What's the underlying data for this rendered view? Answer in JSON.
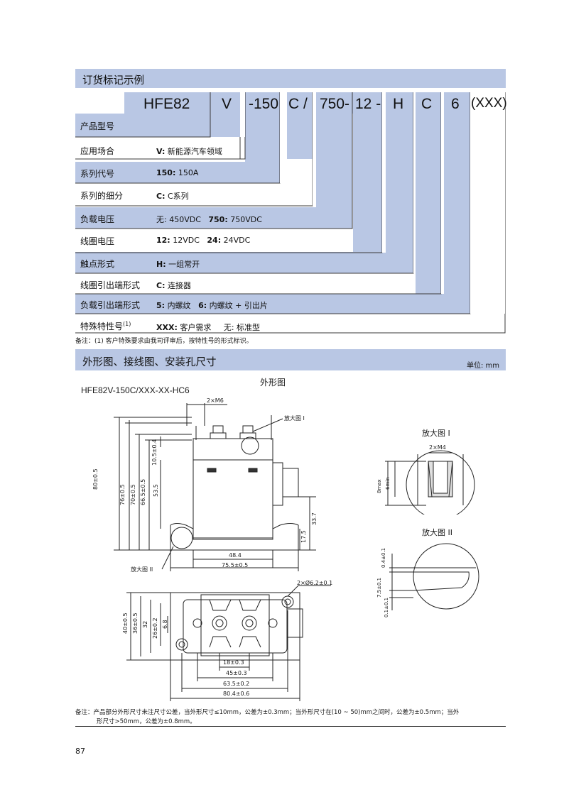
{
  "ordering": {
    "section_title": "订货标记示例",
    "code_parts": [
      "HFE82",
      "V",
      "-150",
      "C /",
      "750-",
      "12 -",
      "H",
      "C",
      "6",
      "(XXX)"
    ],
    "rows": [
      {
        "label": "产品型号",
        "value_key": "",
        "value_text": ""
      },
      {
        "label": "应用场合",
        "value_key": "V:",
        "value_text": "新能源汽车领域"
      },
      {
        "label": "系列代号",
        "value_key": "150:",
        "value_text": "150A"
      },
      {
        "label": "系列的细分",
        "value_key": "C:",
        "value_text": "C系列"
      },
      {
        "label": "负载电压",
        "value_key": "",
        "value_text": "无: 450VDC",
        "value_key2": "750:",
        "value_text2": "750VDC"
      },
      {
        "label": "线圈电压",
        "value_key": "12:",
        "value_text": "12VDC",
        "value_key2": "24:",
        "value_text2": "24VDC"
      },
      {
        "label": "触点形式",
        "value_key": "H:",
        "value_text": "一组常开"
      },
      {
        "label": "线圈引出端形式",
        "value_key": "C:",
        "value_text": "连接器"
      },
      {
        "label": "负载引出端形式",
        "value_key": "5:",
        "value_text": "内螺纹",
        "value_key2": "6:",
        "value_text2": "内螺纹 + 引出片"
      },
      {
        "label": "特殊特性号",
        "label_sup": "(1)",
        "value_key": "XXX:",
        "value_text": "客户需求",
        "value_key2": "",
        "value_text2": "无: 标准型"
      }
    ],
    "note": "备注：(1) 客户特殊要求由我司评审后，按特性号的形式标识。"
  },
  "dimensions": {
    "section_title": "外形图、接线图、安装孔尺寸",
    "unit": "单位: mm",
    "drawing_title": "外形图",
    "model": "HFE82V-150C/XXX-XX-HC6",
    "front_labels": {
      "thread": "2×M6",
      "zoom1_ref": "放大图 I",
      "zoom2_ref": "放大图 II",
      "h80": "80±0.5",
      "h76": "76±0.5",
      "h70": "70±0.5",
      "h665": "66.5±0.5",
      "h535": "53.5",
      "h105": "10.5±0.4",
      "h337": "33.7",
      "h175": "17.5",
      "w484": "48.4",
      "w755": "75.5±0.5"
    },
    "bottom_labels": {
      "hole": "2×Ø6.2±0.1",
      "h40": "40±0.5",
      "h36": "36±0.5",
      "h32": "32",
      "h26": "26±0.2",
      "h68": "6.8",
      "w18": "18±0.3",
      "w45": "45±0.3",
      "w635": "63.5±0.2",
      "w804": "80.4±0.6"
    },
    "zoom1": {
      "title": "放大图 I",
      "thread": "2×M4",
      "depth": "8max",
      "depth2": "6min"
    },
    "zoom2": {
      "title": "放大图 II",
      "d1": "0.4±0.1",
      "d2": "7.5±0.1",
      "d3": "0.1±0.1"
    },
    "note_line1": "备注：产品部分外形尺寸未注尺寸公差，当外形尺寸≤10mm，公差为±0.3mm；当外形尺寸在(10 ~ 50)mm之间时，公差为±0.5mm；当外",
    "note_line2": "形尺寸>50mm，公差为±0.8mm。"
  },
  "page_number": "87"
}
